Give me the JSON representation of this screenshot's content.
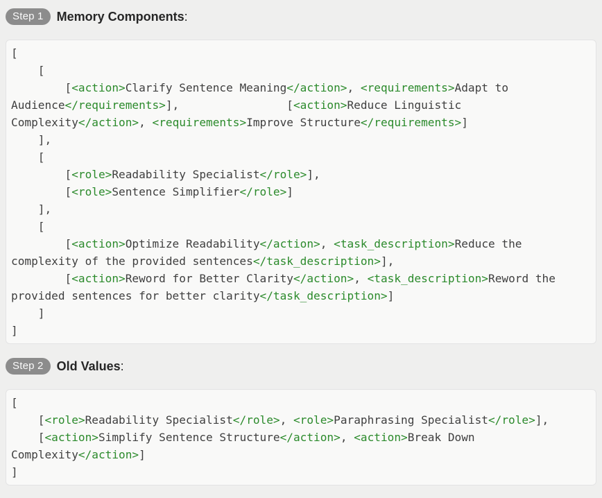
{
  "colors": {
    "page_bg": "#efefee",
    "block_bg": "#f9f9f8",
    "block_border": "#e3e3e4",
    "code_text": "#3f3f3f",
    "tag_green": "#2b8a2b",
    "badge_bg": "#8c8c8c",
    "badge_text": "#fafafa",
    "heading_text": "#262626"
  },
  "steps": [
    {
      "badge": "Step 1",
      "title": "Memory Components",
      "colon": ":",
      "code_lines": [
        [
          [
            "p",
            "["
          ]
        ],
        [
          [
            "p",
            "    ["
          ]
        ],
        [
          [
            "p",
            "        ["
          ],
          [
            "t",
            "<action>"
          ],
          [
            "p",
            "Clarify Sentence Meaning"
          ],
          [
            "t",
            "</action>"
          ],
          [
            "p",
            ", "
          ],
          [
            "t",
            "<requirements>"
          ],
          [
            "p",
            "Adapt to"
          ]
        ],
        [
          [
            "p",
            "Audience"
          ],
          [
            "t",
            "</requirements>"
          ],
          [
            "p",
            "],                ["
          ],
          [
            "t",
            "<action>"
          ],
          [
            "p",
            "Reduce Linguistic"
          ]
        ],
        [
          [
            "p",
            "Complexity"
          ],
          [
            "t",
            "</action>"
          ],
          [
            "p",
            ", "
          ],
          [
            "t",
            "<requirements>"
          ],
          [
            "p",
            "Improve Structure"
          ],
          [
            "t",
            "</requirements>"
          ],
          [
            "p",
            "]"
          ]
        ],
        [
          [
            "p",
            "    ],"
          ]
        ],
        [
          [
            "p",
            "    ["
          ]
        ],
        [
          [
            "p",
            "        ["
          ],
          [
            "t",
            "<role>"
          ],
          [
            "p",
            "Readability Specialist"
          ],
          [
            "t",
            "</role>"
          ],
          [
            "p",
            "],"
          ]
        ],
        [
          [
            "p",
            "        ["
          ],
          [
            "t",
            "<role>"
          ],
          [
            "p",
            "Sentence Simplifier"
          ],
          [
            "t",
            "</role>"
          ],
          [
            "p",
            "]"
          ]
        ],
        [
          [
            "p",
            "    ],"
          ]
        ],
        [
          [
            "p",
            "    ["
          ]
        ],
        [
          [
            "p",
            "        ["
          ],
          [
            "t",
            "<action>"
          ],
          [
            "p",
            "Optimize Readability"
          ],
          [
            "t",
            "</action>"
          ],
          [
            "p",
            ", "
          ],
          [
            "t",
            "<task_description>"
          ],
          [
            "p",
            "Reduce the"
          ]
        ],
        [
          [
            "p",
            "complexity of the provided sentences"
          ],
          [
            "t",
            "</task_description>"
          ],
          [
            "p",
            "],"
          ]
        ],
        [
          [
            "p",
            "        ["
          ],
          [
            "t",
            "<action>"
          ],
          [
            "p",
            "Reword for Better Clarity"
          ],
          [
            "t",
            "</action>"
          ],
          [
            "p",
            ", "
          ],
          [
            "t",
            "<task_description>"
          ],
          [
            "p",
            "Reword the"
          ]
        ],
        [
          [
            "p",
            "provided sentences for better clarity"
          ],
          [
            "t",
            "</task_description>"
          ],
          [
            "p",
            "]"
          ]
        ],
        [
          [
            "p",
            "    ]"
          ]
        ],
        [
          [
            "p",
            "]"
          ]
        ]
      ]
    },
    {
      "badge": "Step 2",
      "title": "Old Values",
      "colon": ":",
      "code_lines": [
        [
          [
            "p",
            "["
          ]
        ],
        [
          [
            "p",
            "    ["
          ],
          [
            "t",
            "<role>"
          ],
          [
            "p",
            "Readability Specialist"
          ],
          [
            "t",
            "</role>"
          ],
          [
            "p",
            ", "
          ],
          [
            "t",
            "<role>"
          ],
          [
            "p",
            "Paraphrasing Specialist"
          ],
          [
            "t",
            "</role>"
          ],
          [
            "p",
            "],"
          ]
        ],
        [
          [
            "p",
            "    ["
          ],
          [
            "t",
            "<action>"
          ],
          [
            "p",
            "Simplify Sentence Structure"
          ],
          [
            "t",
            "</action>"
          ],
          [
            "p",
            ", "
          ],
          [
            "t",
            "<action>"
          ],
          [
            "p",
            "Break Down"
          ]
        ],
        [
          [
            "p",
            "Complexity"
          ],
          [
            "t",
            "</action>"
          ],
          [
            "p",
            "]"
          ]
        ],
        [
          [
            "p",
            "]"
          ]
        ]
      ]
    }
  ]
}
